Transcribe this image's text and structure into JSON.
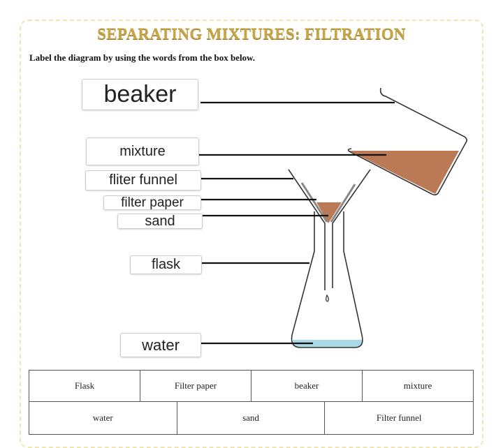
{
  "title": "SEPARATING MIXTURES: FILTRATION",
  "instruction": "Label the diagram by using the words from the box below.",
  "labels": {
    "beaker": "beaker",
    "mixture": "mixture",
    "funnel": "fliter funnel",
    "paper": "filter paper",
    "sand": "sand",
    "flask": "flask",
    "water": "water"
  },
  "word_box": {
    "row1": [
      "Flask",
      "Filter paper",
      "beaker",
      "mixture"
    ],
    "row2": [
      "water",
      "sand",
      "Filter funnel"
    ]
  },
  "colors": {
    "title": "#c9a645",
    "mixture": "#b97a55",
    "water": "#a9d8e6"
  }
}
